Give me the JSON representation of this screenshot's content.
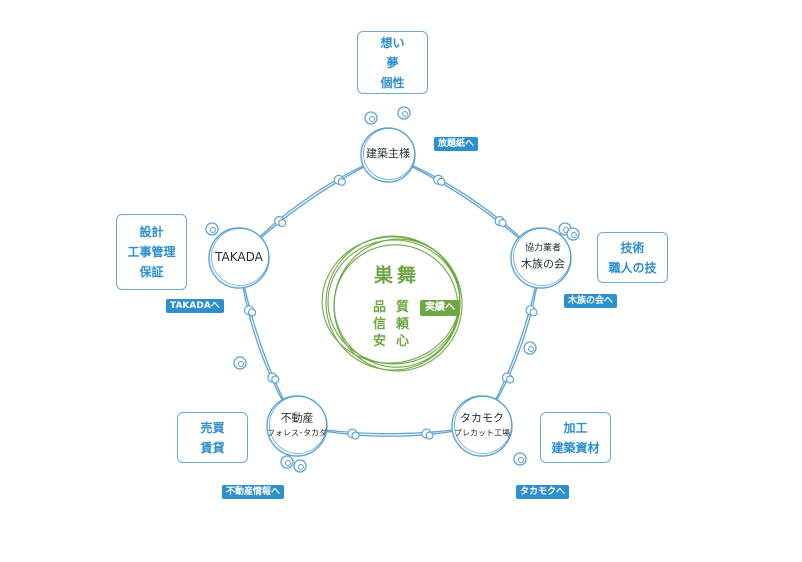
{
  "center": {
    "title": "巣舞",
    "words_left": [
      "品",
      "信",
      "安"
    ],
    "words_right": [
      "質",
      "頼",
      "心"
    ],
    "link": "実績へ"
  },
  "nodes": [
    {
      "id": "kenchikunushi",
      "lines": [
        "建築主様"
      ],
      "link": "放題紙へ",
      "box": [
        "想い",
        "夢",
        "個性"
      ]
    },
    {
      "id": "kibuzoku",
      "lines": [
        "協力業者",
        "木族の会"
      ],
      "link": "木族の会へ",
      "box": [
        "技術",
        "職人の技"
      ]
    },
    {
      "id": "takamoku",
      "lines": [
        "タカモク",
        "プレカット工場"
      ],
      "link": "タカモクへ",
      "box": [
        "加工",
        "建築資材"
      ]
    },
    {
      "id": "fudosan",
      "lines": [
        "不動産",
        "フォレス･タカダ"
      ],
      "link": "不動産情報へ",
      "box": [
        "売買",
        "賃貸"
      ]
    },
    {
      "id": "takada",
      "lines": [
        "TAKADA"
      ],
      "link": "TAKADAへ",
      "box": [
        "設計",
        "工事管理",
        "保証"
      ]
    }
  ],
  "colors": {
    "blue": "#2e8fd0",
    "line": "#5fa3d3",
    "green": "#6ea844"
  }
}
